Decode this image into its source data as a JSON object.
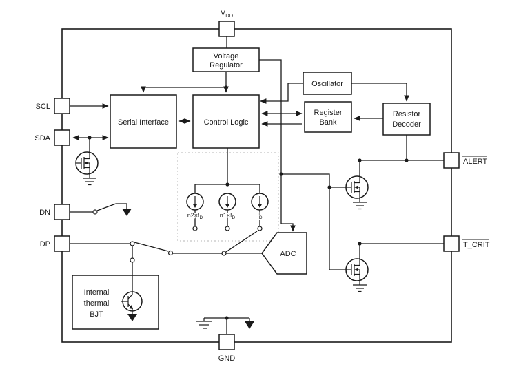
{
  "pins": {
    "vdd": {
      "main": "V",
      "sub": "DD"
    },
    "scl": "SCL",
    "sda": "SDA",
    "dn": "DN",
    "dp": "DP",
    "alert": "ALERT",
    "t_crit": "T_CRIT",
    "gnd": "GND"
  },
  "blocks": {
    "voltage_regulator": {
      "line1": "Voltage",
      "line2": "Regulator"
    },
    "oscillator": "Oscillator",
    "register_bank": {
      "line1": "Register",
      "line2": "Bank"
    },
    "resistor_decoder": {
      "line1": "Resistor",
      "line2": "Decoder"
    },
    "serial_interface": "Serial Interface",
    "control_logic": "Control Logic",
    "adc": "ADC",
    "thermal_bjt": {
      "line1": "Internal",
      "line2": "thermal",
      "line3": "BJT"
    }
  },
  "current_sources": {
    "n2": {
      "main": "n2×I",
      "sub": "D"
    },
    "n1": {
      "main": "n1×I",
      "sub": "D"
    },
    "unit": {
      "main": "I",
      "sub": "D"
    }
  },
  "colors": {
    "line": "#1a1a1a",
    "background": "#ffffff",
    "group_outline": "#b5b5b5"
  }
}
